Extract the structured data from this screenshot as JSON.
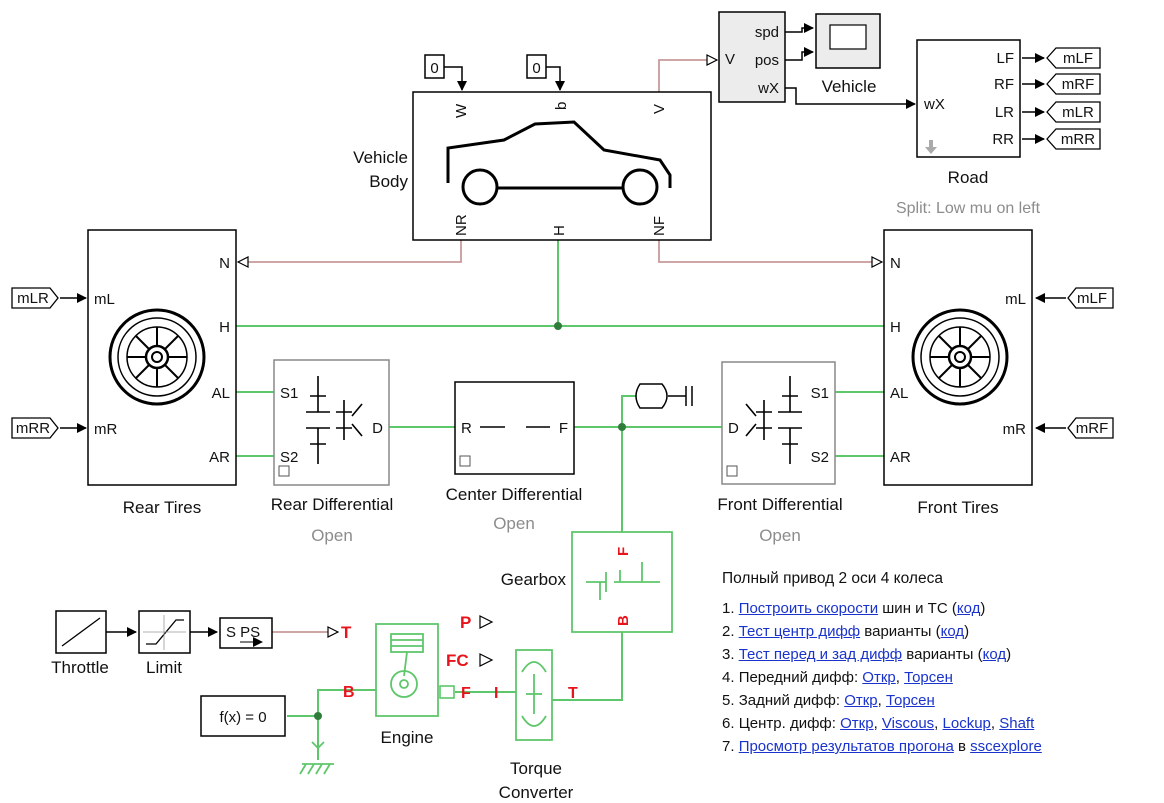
{
  "colors": {
    "phys": "#5ec76b",
    "signal": "#000000",
    "ps": "#c89a9a",
    "red": "#e8141b",
    "link": "#1a33cc"
  },
  "blocks": {
    "vehicle_body": {
      "name": "Vehicle Body",
      "name_line1": "Vehicle",
      "name_line2": "Body",
      "ports": {
        "W": "W",
        "b": "b",
        "V": "V",
        "NR": "NR",
        "H": "H",
        "NF": "NF"
      }
    },
    "const_w": {
      "value": "0"
    },
    "const_b": {
      "value": "0"
    },
    "demux": {
      "in_port": "V",
      "out_ports": [
        "spd",
        "pos",
        "wX"
      ]
    },
    "scope": {
      "name": "Vehicle"
    },
    "road": {
      "name": "Road",
      "annotation": "Split: Low mu on left",
      "in_port": "wX",
      "out_ports": [
        "LF",
        "RF",
        "LR",
        "RR"
      ]
    },
    "road_tags": [
      "mLF",
      "mRF",
      "mLR",
      "mRR"
    ],
    "rear_tires": {
      "name": "Rear Tires",
      "left_ports": [
        "mL",
        "mR"
      ],
      "right_ports": [
        "N",
        "H",
        "AL",
        "AR"
      ]
    },
    "front_tires": {
      "name": "Front Tires",
      "left_ports": [
        "N",
        "H",
        "AL",
        "AR"
      ],
      "right_ports": [
        "mL",
        "mR"
      ]
    },
    "rear_tire_tags": [
      "mLR",
      "mRR"
    ],
    "front_tire_tags": [
      "mLF",
      "mRF"
    ],
    "rear_diff": {
      "name": "Rear Differential",
      "variant": "Open",
      "ports": [
        "S1",
        "S2",
        "D"
      ]
    },
    "center_diff": {
      "name": "Center Differential",
      "variant": "Open",
      "ports": [
        "R",
        "F"
      ]
    },
    "front_diff": {
      "name": "Front Differential",
      "variant": "Open",
      "ports": [
        "D",
        "S1",
        "S2"
      ]
    },
    "gearbox": {
      "name": "Gearbox",
      "ports": [
        "F",
        "B"
      ]
    },
    "throttle": {
      "name": "Throttle"
    },
    "limit": {
      "name": "Limit"
    },
    "s_ps": {
      "text": "S  PS"
    },
    "engine": {
      "name": "Engine",
      "ports": [
        "B",
        "F"
      ]
    },
    "engine_outputs": [
      "T",
      "P",
      "FC"
    ],
    "torque_converter": {
      "name_line1": "Torque",
      "name_line2": "Converter",
      "ports": [
        "I",
        "T"
      ]
    },
    "solver": {
      "text": "f(x) = 0"
    }
  },
  "notes": {
    "title": "Полный привод 2 оси 4 колеса",
    "items": [
      {
        "num": "1.",
        "parts": [
          {
            "t": "Построить скорости",
            "link": true
          },
          {
            "t": " шин и ТС (",
            "link": false
          },
          {
            "t": "код",
            "link": true
          },
          {
            "t": ")",
            "link": false
          }
        ]
      },
      {
        "num": "2.",
        "parts": [
          {
            "t": "Тест центр дифф",
            "link": true
          },
          {
            "t": " варианты (",
            "link": false
          },
          {
            "t": "код",
            "link": true
          },
          {
            "t": ")",
            "link": false
          }
        ]
      },
      {
        "num": "3.",
        "parts": [
          {
            "t": "Тест перед и зад дифф",
            "link": true
          },
          {
            "t": " варианты (",
            "link": false
          },
          {
            "t": "код",
            "link": true
          },
          {
            "t": ")",
            "link": false
          }
        ]
      },
      {
        "num": "4.",
        "parts": [
          {
            "t": "Передний дифф: ",
            "link": false
          },
          {
            "t": "Откр",
            "link": true
          },
          {
            "t": ", ",
            "link": false
          },
          {
            "t": "Торсен",
            "link": true
          }
        ]
      },
      {
        "num": "5.",
        "parts": [
          {
            "t": "Задний дифф: ",
            "link": false
          },
          {
            "t": "Откр",
            "link": true
          },
          {
            "t": ", ",
            "link": false
          },
          {
            "t": "Торсен",
            "link": true
          }
        ]
      },
      {
        "num": "6.",
        "parts": [
          {
            "t": "Центр. дифф: ",
            "link": false
          },
          {
            "t": "Откр",
            "link": true
          },
          {
            "t": ", ",
            "link": false
          },
          {
            "t": "Viscous",
            "link": true
          },
          {
            "t": ", ",
            "link": false
          },
          {
            "t": "Lockup",
            "link": true
          },
          {
            "t": ", ",
            "link": false
          },
          {
            "t": "Shaft",
            "link": true
          }
        ]
      },
      {
        "num": "7.",
        "parts": [
          {
            "t": "Просмотр результатов прогона",
            "link": true
          },
          {
            "t": " в ",
            "link": false
          },
          {
            "t": "sscexplore",
            "link": true
          }
        ]
      }
    ]
  }
}
